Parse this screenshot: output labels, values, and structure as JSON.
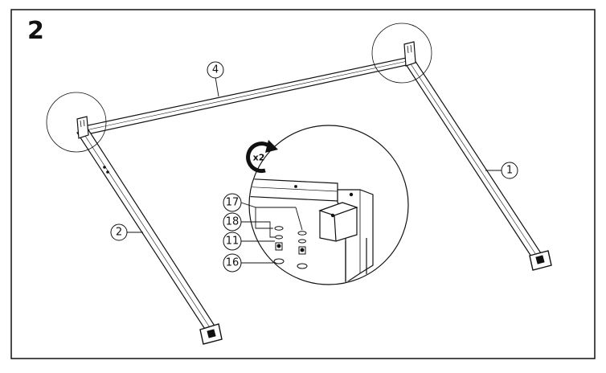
{
  "step": {
    "number": "2"
  },
  "parts": {
    "part_1": "1",
    "part_2": "2",
    "part_4": "4",
    "part_11": "11",
    "part_16": "16",
    "part_17": "17",
    "part_18": "18"
  },
  "repeat": {
    "label": "x2",
    "icon": "rotate-repeat-icon"
  },
  "colors": {
    "line": "#111111",
    "background": "#ffffff"
  }
}
